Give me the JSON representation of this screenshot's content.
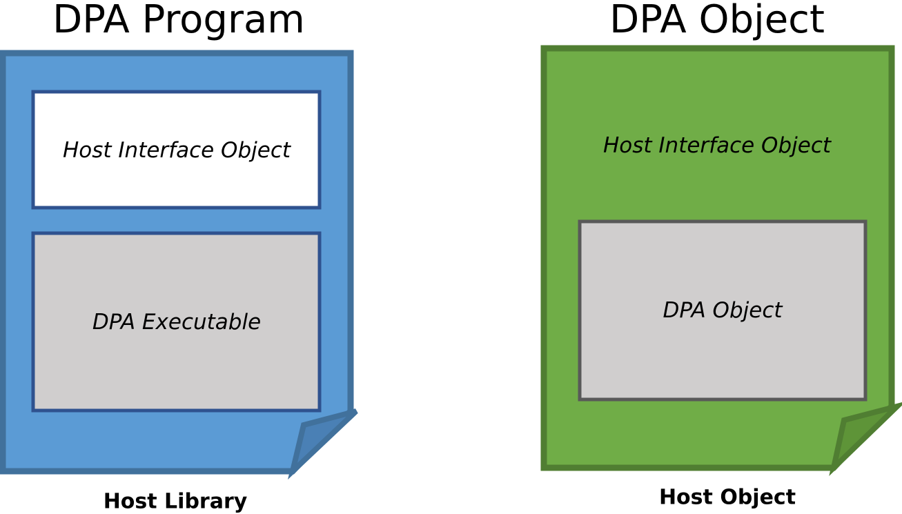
{
  "left_document": {
    "title": "DPA Program",
    "top_box_label": "Host Interface Object",
    "bottom_box_label": "DPA Executable",
    "caption": "Host Library",
    "colors": {
      "fill": "#5b9bd5",
      "border": "#41719c",
      "fold_fill": "#4a80b5",
      "inner_border": "#2f528f",
      "top_box_fill": "#ffffff",
      "bottom_box_fill": "#d0cece"
    }
  },
  "right_document": {
    "title": "DPA Object",
    "label": "Host Interface Object",
    "inner_box_label": "DPA Object",
    "caption": "Host Object",
    "colors": {
      "fill": "#70ad47",
      "border": "#507e32",
      "fold_fill": "#5e9438",
      "inner_border": "#595959",
      "inner_box_fill": "#d0cece"
    }
  }
}
